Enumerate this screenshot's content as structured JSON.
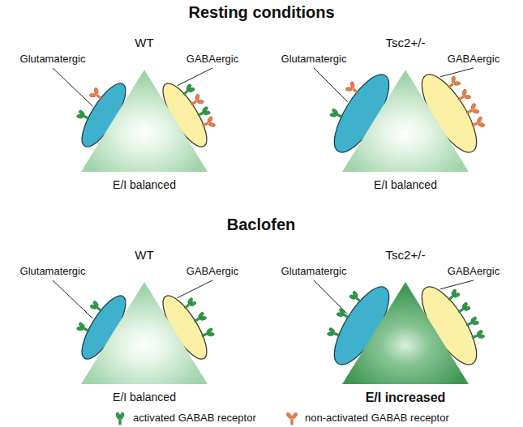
{
  "diagram": {
    "title": "Resting conditions",
    "nodes": [
      {
        "text": [
          "Glutamatergic"
        ]
      },
      {
        "text": [
          "GABAergic"
        ]
      },
      {
        "text": [
          "E/I balanced"
        ]
      },
      {
        "text": [
          "Glutamatergic"
        ]
      },
      {
        "text": [
          "GABAergic"
        ]
      },
      {
        "text": [
          "E/I balanced"
        ]
      },
      {
        "text": [
          "Glutamatergic"
        ]
      },
      {
        "text": [
          "GABAergic"
        ]
      },
      {
        "text": [
          "E/I balanced"
        ]
      },
      {
        "text": [
          "Glutamatergic"
        ]
      },
      {
        "text": [
          "GABAergic"
        ]
      },
      {
        "text": [
          "E/I increased"
        ]
      }
    ],
    "labels": [
      "WT",
      "Tsc2+/-",
      "Baclofen",
      "WT",
      "Tsc2+/-"
    ],
    "legend": [
      {
        "text": "activated GABAB receptor"
      },
      {
        "text": "non-activated GABAB receptor"
      }
    ]
  }
}
